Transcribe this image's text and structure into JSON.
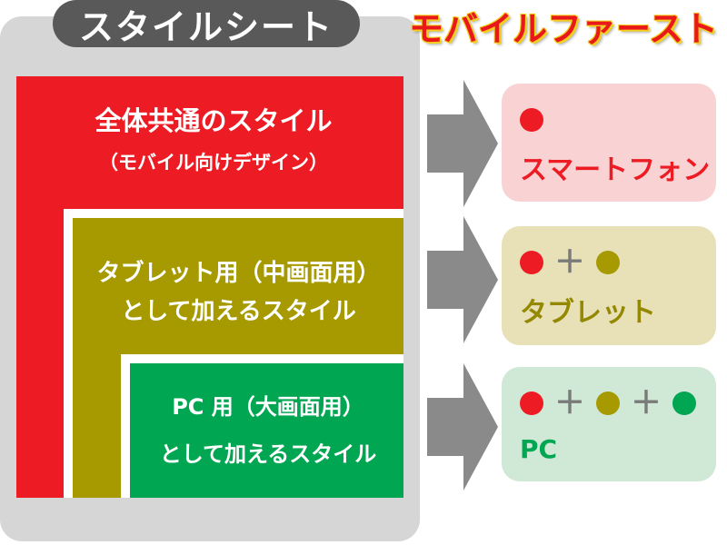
{
  "panel": {
    "title": "スタイルシート"
  },
  "heading": "モバイルファースト",
  "blocks": {
    "common": {
      "line1": "全体共通のスタイル",
      "line2": "（モバイル向けデザイン）"
    },
    "tablet": {
      "line1": "タブレット用（中画面用）",
      "line2": "として加えるスタイル"
    },
    "pc": {
      "line1": "PC 用（大画面用）",
      "line2": "として加えるスタイル"
    }
  },
  "cards": [
    {
      "label": "スマートフォン",
      "dots": [
        "red"
      ]
    },
    {
      "label": "タブレット",
      "dots": [
        "red",
        "olive"
      ]
    },
    {
      "label": "PC",
      "dots": [
        "red",
        "olive",
        "green"
      ]
    }
  ],
  "plus_symbol": "＋",
  "colors": {
    "red": "#ed1c24",
    "olive": "#a69a00",
    "green": "#00a651",
    "panel": "#d6d6d6",
    "arrow": "#8a8a8a"
  }
}
